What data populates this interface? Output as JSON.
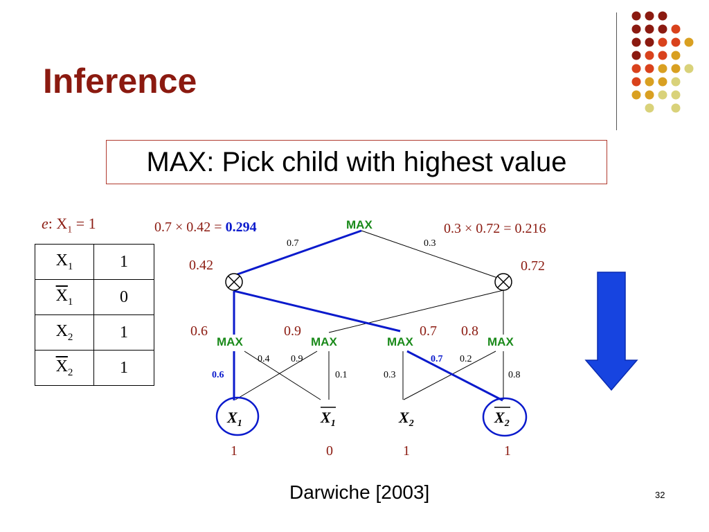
{
  "title": "Inference",
  "heading": "MAX: Pick child with highest value",
  "evidence_label": "e: X1 = 1",
  "evidence_table": [
    {
      "var": "X1",
      "negated": false,
      "value": "1"
    },
    {
      "var": "X1",
      "negated": true,
      "value": "0"
    },
    {
      "var": "X2",
      "negated": false,
      "value": "1"
    },
    {
      "var": "X2",
      "negated": true,
      "value": "1"
    }
  ],
  "diagram": {
    "root_label": "MAX",
    "root_edge_weights": [
      "0.7",
      "0.3"
    ],
    "left_calc": "0.7 × 0.42 = ",
    "left_calc_result": "0.294",
    "right_calc": "0.3 × 0.72 = 0.216",
    "product_values": [
      "0.42",
      "0.72"
    ],
    "max_values": [
      "0.6",
      "0.9",
      "0.7",
      "0.8"
    ],
    "max_labels": [
      "MAX",
      "MAX",
      "MAX",
      "MAX"
    ],
    "lower_weights": {
      "m1_left": "0.6",
      "m1_right": "0.4",
      "m2_left": "0.9",
      "m2_right": "0.1",
      "m3_left": "0.3",
      "m3_right": "0.7",
      "m4_left": "0.2",
      "m4_right": "0.8"
    },
    "leaves": [
      {
        "var": "X",
        "sub": "1",
        "negated": false,
        "value": "1"
      },
      {
        "var": "X",
        "sub": "1",
        "negated": true,
        "value": "0"
      },
      {
        "var": "X",
        "sub": "2",
        "negated": false,
        "value": "1"
      },
      {
        "var": "X",
        "sub": "2",
        "negated": true,
        "value": "1"
      }
    ]
  },
  "citation": "Darwiche [2003]",
  "page_number": "32",
  "colors": {
    "title": "#8b1a10",
    "highlight": "#0a1acc",
    "max_label": "#1a8a1a",
    "value_red": "#8b1a10",
    "arrow": "#1744e0"
  }
}
